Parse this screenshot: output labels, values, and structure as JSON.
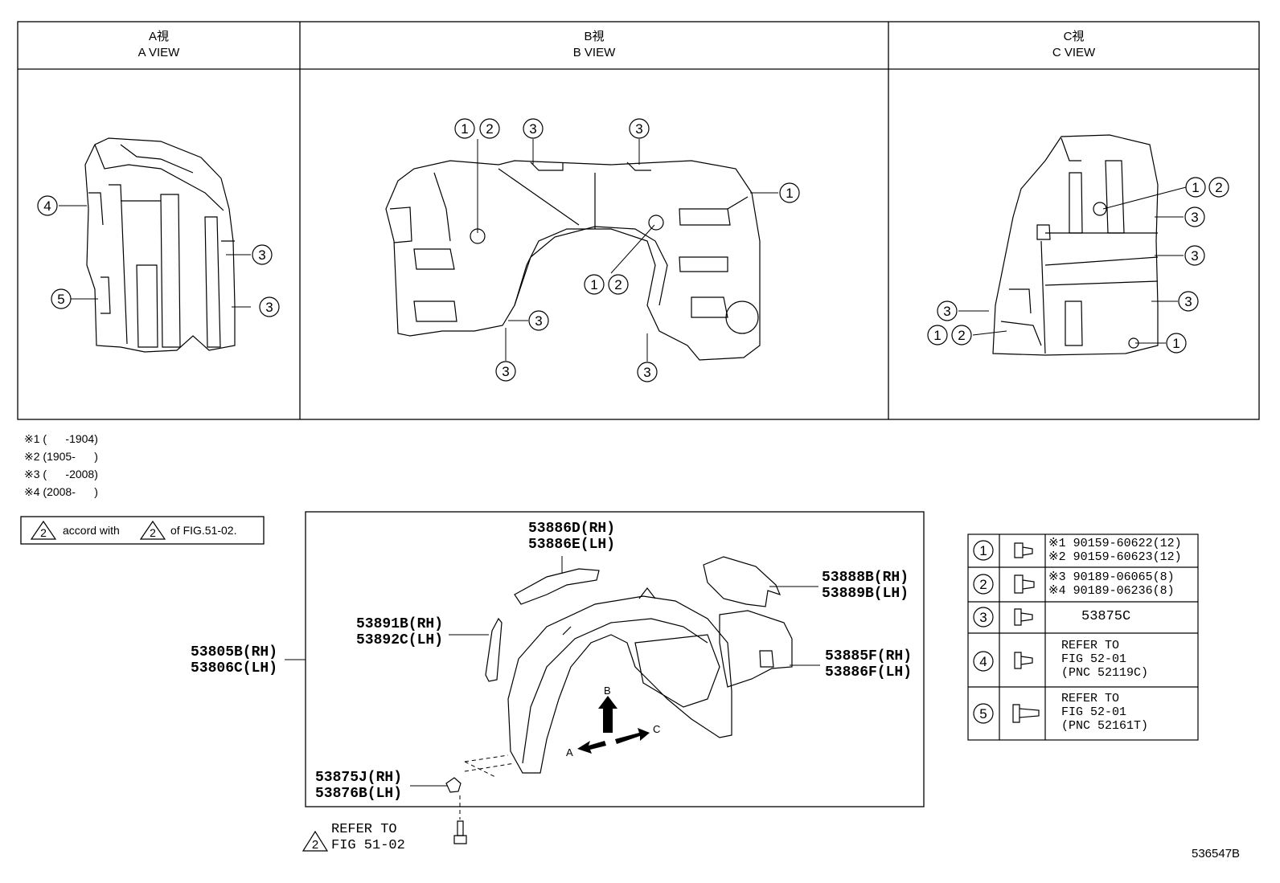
{
  "views": {
    "a": {
      "jp": "A視",
      "en": "A VIEW"
    },
    "b": {
      "jp": "B視",
      "en": "B VIEW"
    },
    "c": {
      "jp": "C視",
      "en": "C VIEW"
    }
  },
  "notes": [
    "※1 (      -1904)",
    "※2 (1905-      )",
    "※3 (      -2008)",
    "※4 (2008-      )"
  ],
  "legend": {
    "mark": "2",
    "text1": "accord with",
    "text2": "of FIG.51-02."
  },
  "parts": {
    "p1": [
      "53886D(RH)",
      "53886E(LH)"
    ],
    "p2": [
      "53888B(RH)",
      "53889B(LH)"
    ],
    "p3": [
      "53891B(RH)",
      "53892C(LH)"
    ],
    "p4": [
      "53805B(RH)",
      "53806C(LH)"
    ],
    "p5": [
      "53885F(RH)",
      "53886F(LH)"
    ],
    "p6": [
      "53875J(RH)",
      "53876B(LH)"
    ]
  },
  "refer_bottom": {
    "mark": "2",
    "line1": "REFER TO",
    "line2": "FIG 51-02"
  },
  "arrows": {
    "a": "A",
    "b": "B",
    "c": "C"
  },
  "callouts": {
    "c1": "1",
    "c2": "2",
    "c3": "3",
    "c4": "4",
    "c5": "5"
  },
  "fastener_table": [
    {
      "num": "1",
      "lines": [
        "※1 90159-60622(12)",
        "※2 90159-60623(12)"
      ]
    },
    {
      "num": "2",
      "lines": [
        "※3 90189-06065(8)",
        "※4 90189-06236(8)"
      ]
    },
    {
      "num": "3",
      "lines": [
        "53875C"
      ]
    },
    {
      "num": "4",
      "lines": [
        "REFER TO",
        "FIG 52-01",
        "(PNC 52119C)"
      ]
    },
    {
      "num": "5",
      "lines": [
        "REFER TO",
        "FIG 52-01",
        "(PNC 52161T)"
      ]
    }
  ],
  "figure_id": "536547B"
}
